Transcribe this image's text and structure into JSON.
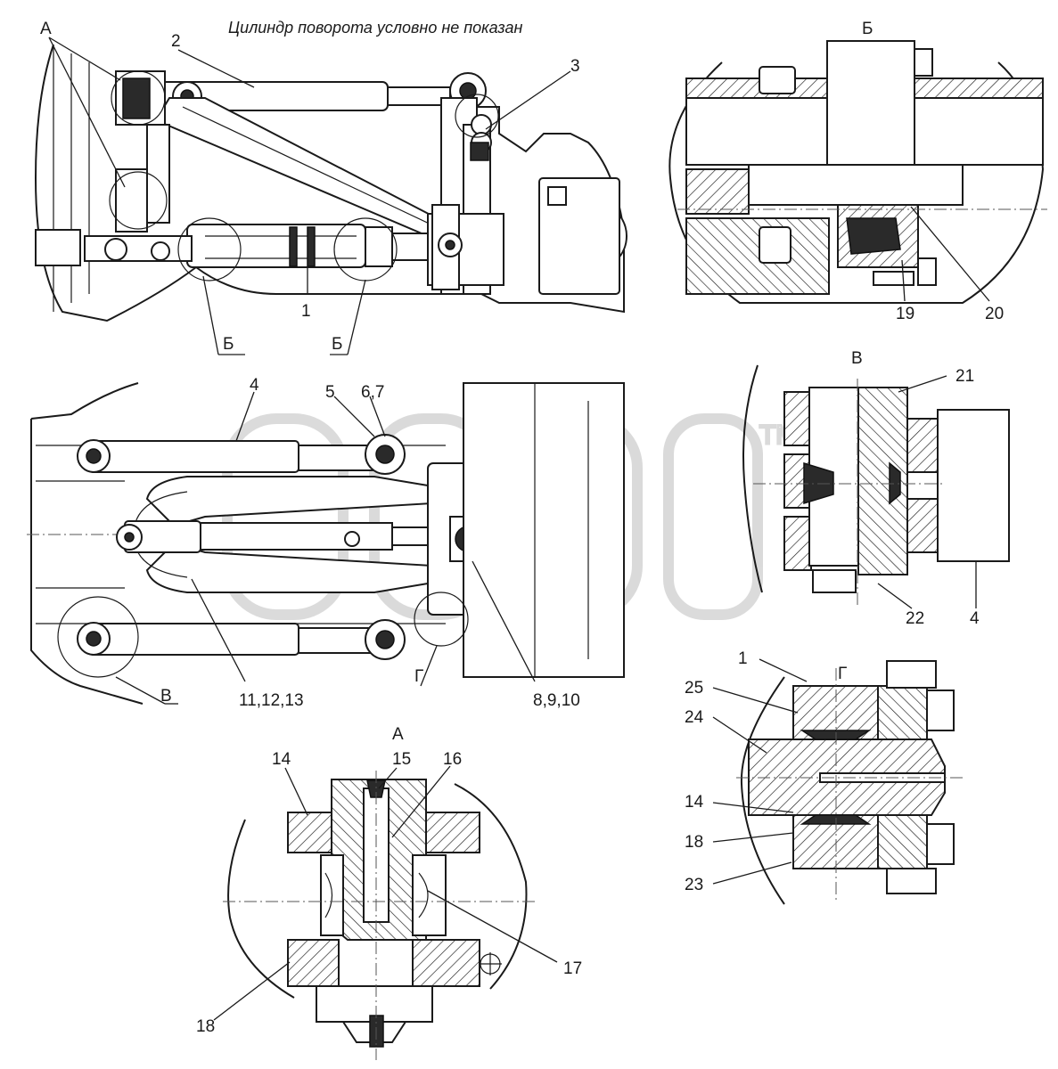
{
  "drawing": {
    "note": "Цилиндр   поворота условно не показан",
    "watermark": "TM",
    "views": {
      "b_title": "Б",
      "v_title": "В",
      "g_title": "Г",
      "a_title": "А"
    },
    "callouts": {
      "c_A": "А",
      "c_2": "2",
      "c_3": "3",
      "c_1_top": "1",
      "c_B1": "Б",
      "c_B2": "Б",
      "c_4_mid": "4",
      "c_5": "5",
      "c_67": "6,7",
      "c_111213": "11,12,13",
      "c_8910": "8,9,10",
      "c_V_mid": "В",
      "c_G_mid": "Г",
      "c_19": "19",
      "c_20": "20",
      "c_21": "21",
      "c_22": "22",
      "c_4_v": "4",
      "c_1_g": "1",
      "c_25": "25",
      "c_24": "24",
      "c_14_g": "14",
      "c_18_g": "18",
      "c_23": "23",
      "c_14_a": "14",
      "c_15": "15",
      "c_16": "16",
      "c_17": "17",
      "c_18_a": "18"
    }
  }
}
